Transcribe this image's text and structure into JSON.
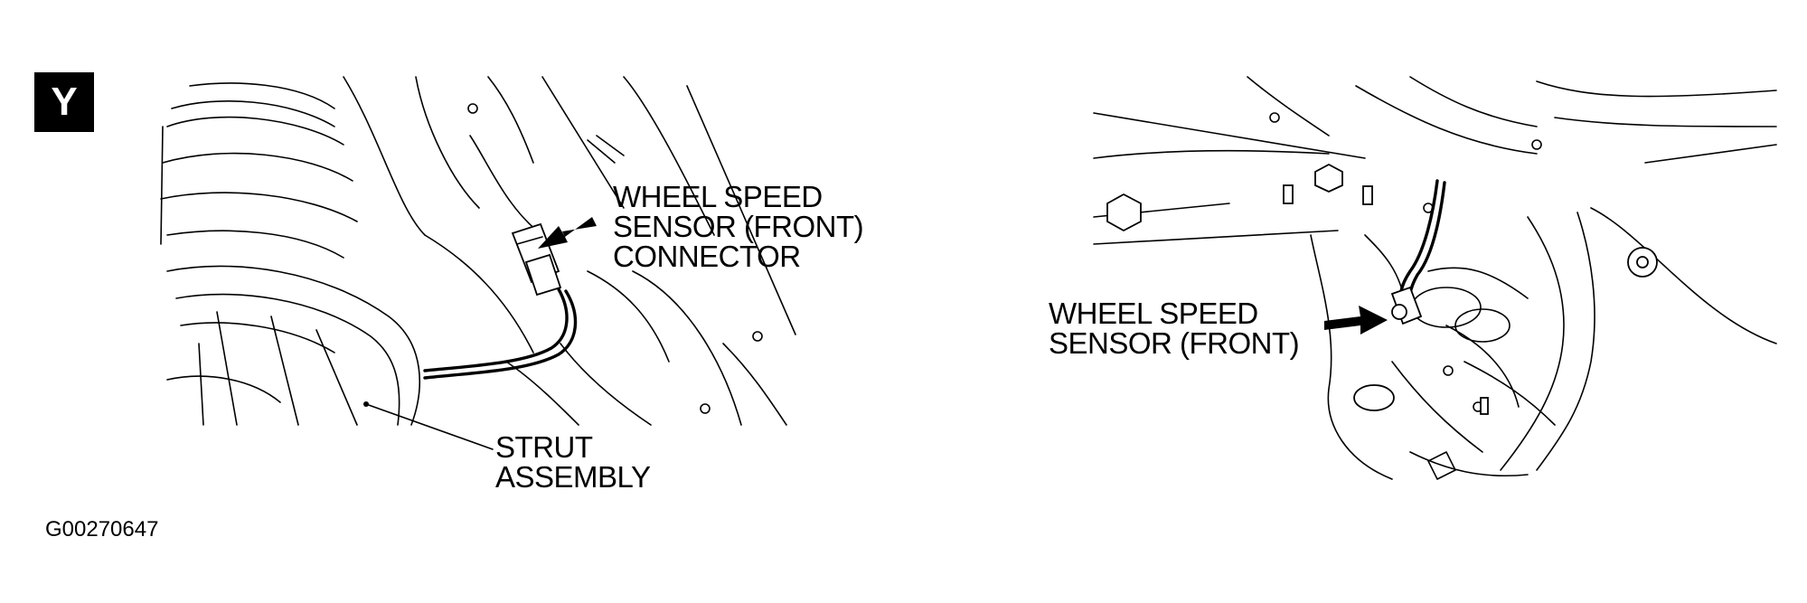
{
  "figure_letter": "Y",
  "figure_code": "G00270647",
  "left_view": {
    "callout_connector": [
      "WHEEL SPEED",
      "SENSOR (FRONT)",
      "CONNECTOR"
    ],
    "callout_strut": [
      "STRUT",
      "ASSEMBLY"
    ]
  },
  "right_view": {
    "callout_sensor": [
      "WHEEL SPEED",
      "SENSOR (FRONT)"
    ]
  },
  "colors": {
    "ink": "#000000",
    "paper": "#ffffff"
  }
}
